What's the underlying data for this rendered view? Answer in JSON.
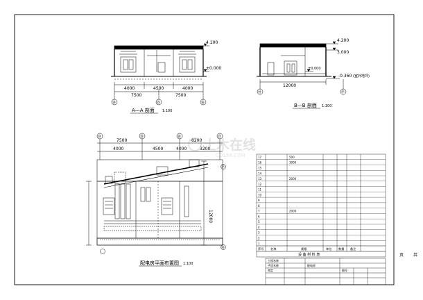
{
  "sections": {
    "aa": {
      "title": "A—A 剖面",
      "scale": "1:100",
      "dims": [
        "4000",
        "4500",
        "4000"
      ],
      "total": "7500",
      "elev_top": "4.100",
      "elev_floor": "±0.000",
      "axes": [
        "㉔",
        "㉕",
        "㉖"
      ]
    },
    "bb": {
      "title": "B—B 剖面",
      "scale": "1:100",
      "dim": "12000",
      "elevs": [
        "4.200",
        "3.000",
        "±0.000",
        "-0.360"
      ],
      "note": "(室外地坪)",
      "axes": [
        "Ⓝ",
        "Ⓟ"
      ]
    }
  },
  "plan": {
    "title": "配电房平面布置图",
    "scale": "1:100",
    "top_dims": [
      "7500",
      "8200"
    ],
    "sub_dims": [
      "4000",
      "4500",
      "4000",
      "3200"
    ],
    "side_dim": "12000",
    "axes": [
      "㉔",
      "㉕",
      "㉖",
      "㉗"
    ],
    "axis_right_top": "Ⓟ",
    "axis_right_bottom": "Ⓝ"
  },
  "watermark": {
    "line1": "土木在线",
    "line2": "CO188.COM"
  },
  "table": {
    "rows": [
      [
        "17",
        "",
        "500",
        "",
        ""
      ],
      [
        "16",
        "",
        "3000",
        "",
        ""
      ],
      [
        "15",
        "",
        "",
        "",
        ""
      ],
      [
        "14",
        "",
        "",
        "",
        ""
      ],
      [
        "13",
        "",
        "2000",
        "",
        ""
      ],
      [
        "12",
        "",
        "",
        "",
        ""
      ],
      [
        "11",
        "",
        "",
        "",
        ""
      ],
      [
        "10",
        "",
        "",
        "",
        ""
      ],
      [
        "9",
        "",
        "",
        "",
        ""
      ],
      [
        "8",
        "",
        "",
        "",
        ""
      ],
      [
        "7",
        "",
        "2000",
        "",
        ""
      ],
      [
        "6",
        "",
        "",
        "",
        ""
      ],
      [
        "5",
        "",
        "",
        "",
        ""
      ],
      [
        "4",
        "",
        "",
        "",
        ""
      ],
      [
        "3",
        "",
        "",
        "",
        ""
      ],
      [
        "2",
        "",
        "",
        "",
        ""
      ],
      [
        "1",
        "",
        "",
        "",
        ""
      ]
    ],
    "header": [
      "序号",
      "名称",
      "规格",
      "单位",
      "数量",
      "备注"
    ],
    "caption": "设 备 材 料 表"
  },
  "title_block": {
    "cells": [
      "工程名称",
      "",
      "子项名称",
      "配电房",
      "",
      "审定",
      "",
      "图号",
      ""
    ]
  },
  "side_labels": [
    "页",
    "共"
  ]
}
